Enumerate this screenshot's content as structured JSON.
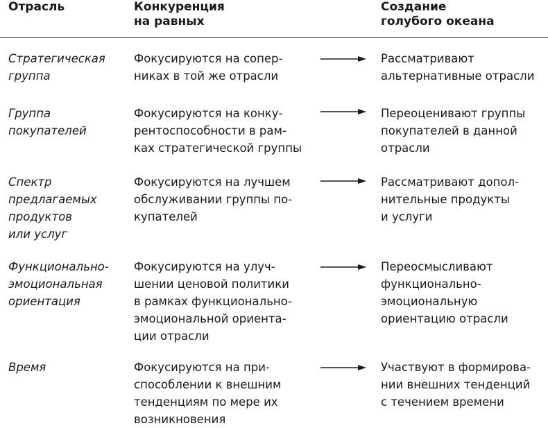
{
  "headers": {
    "col1": "Отрасль",
    "col2": "Конкуренция\nна равных",
    "col3": "Создание\nголубого океана"
  },
  "rows": [
    {
      "label": "Стратегическая\nгруппа",
      "competition": "Фокусируются на сопер-\nниках в той же отрасли",
      "blue_ocean": "Рассматривают\nальтернативные отрасли"
    },
    {
      "label": "Группа\nпокупателей",
      "competition": "Фокусируются на конку-\nрентоспособности в рам-\nках стратегической группы",
      "blue_ocean": "Переоценивают группы\nпокупателей в данной\nотрасли"
    },
    {
      "label": "Спектр\nпредлагаемых\nпродуктов\nили услуг",
      "competition": "Фокусируются на лучшем\nобслуживании группы по-\nкупателей",
      "blue_ocean": "Рассматривают допол-\nнительные продукты\nи услуги"
    },
    {
      "label": "Функционально-\nэмоциональная\nориентация",
      "competition": "Фокусируются на улуч-\nшении ценовой политики\nв рамках функционально-\nэмоциональной ориента-\nции отрасли",
      "blue_ocean": "Переосмысливают\nфункционально-\nэмоциональную\nориентацию отрасли"
    },
    {
      "label": "Время",
      "competition": "Фокусируются на при-\nспособлении к внешним\nтенденциям по мере их\nвозникновения",
      "blue_ocean": "Участвуют в формирова-\nнии внешних тенденций\nс течением времени"
    }
  ],
  "icons": {
    "row_arrow": "arrow-right-icon"
  },
  "colors": {
    "text": "#1a1a1a",
    "rule": "#2a2a2a"
  }
}
